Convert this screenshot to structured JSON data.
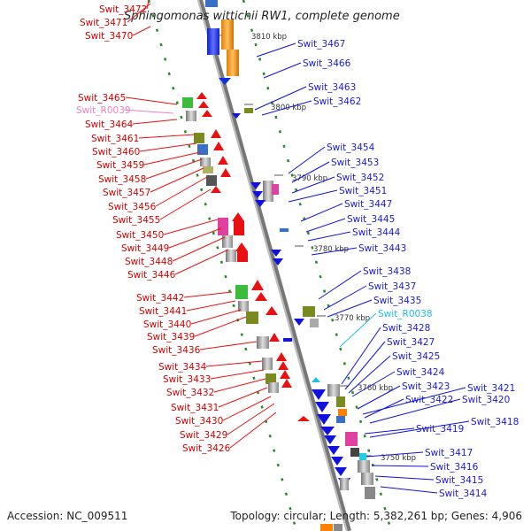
{
  "title": "Sphingomonas wittichii RW1, complete genome",
  "accession": "Accession: NC_009511",
  "topology": "Topology: circular; Length: 5,382,261 bp; Genes: 4,906",
  "kbp_labels": [
    "3810 kbp",
    "3800 kbp",
    "3790 kbp",
    "3780 kbp",
    "3770 kbp",
    "3760 kbp",
    "3750 kbp"
  ],
  "left_genes": [
    "Swit_3472",
    "Swit_3471",
    "Swit_3470",
    "Swit_3465",
    "Swit_R0039",
    "Swit_3464",
    "Swit_3461",
    "Swit_3460",
    "Swit_3459",
    "Swit_3458",
    "Swit_3457",
    "Swit_3456",
    "Swit_3455",
    "Swit_3450",
    "Swit_3449",
    "Swit_3448",
    "Swit_3446",
    "Swit_3442",
    "Swit_3441",
    "Swit_3440",
    "Swit_3439",
    "Swit_3436",
    "Swit_3434",
    "Swit_3433",
    "Swit_3432",
    "Swit_3431",
    "Swit_3430",
    "Swit_3429",
    "Swit_3426"
  ],
  "right_genes": [
    "Swit_3467",
    "Swit_3466",
    "Swit_3463",
    "Swit_3462",
    "Swit_3454",
    "Swit_3453",
    "Swit_3452",
    "Swit_3451",
    "Swit_3447",
    "Swit_3445",
    "Swit_3444",
    "Swit_3443",
    "Swit_3438",
    "Swit_3437",
    "Swit_3435",
    "Swit_R0038",
    "Swit_3428",
    "Swit_3427",
    "Swit_3425",
    "Swit_3424",
    "Swit_3423",
    "Swit_3421",
    "Swit_3422",
    "Swit_3420",
    "Swit_3419",
    "Swit_3418",
    "Swit_3417",
    "Swit_3416",
    "Swit_3415",
    "Swit_3414"
  ],
  "colors": {
    "forward_strand": "#e81010",
    "reverse_strand": "#1010e0",
    "rna_gene": "#f080c0",
    "rna_gene_2": "#20c0e0",
    "backbone": "#8a8a8a"
  }
}
